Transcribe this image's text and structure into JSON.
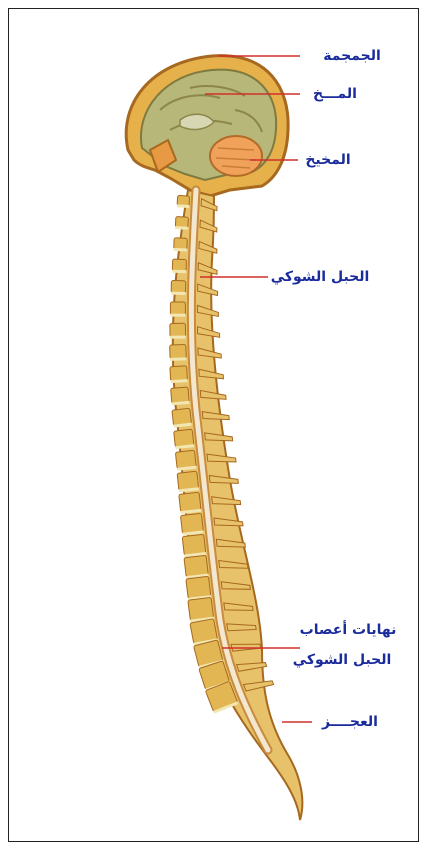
{
  "labels": {
    "skull": "الجمجمة",
    "brain": "المـــخ",
    "cerebellum": "المخيخ",
    "spinal_cord": "الحبل الشوكي",
    "nerve_endings_line1": "نهايات أعصاب",
    "nerve_endings_line2": "الحبل الشوكي",
    "coccyx": "العجــــز"
  },
  "colors": {
    "label_text": "#1a2b9c",
    "leader_line": "#d0302c",
    "bone": "#e8c26a",
    "bone_outline": "#a6691f",
    "brain": "#b7b779",
    "cerebellum": "#f0a25b",
    "cord": "#f3e7cf",
    "disc": "#f2e7b2"
  }
}
